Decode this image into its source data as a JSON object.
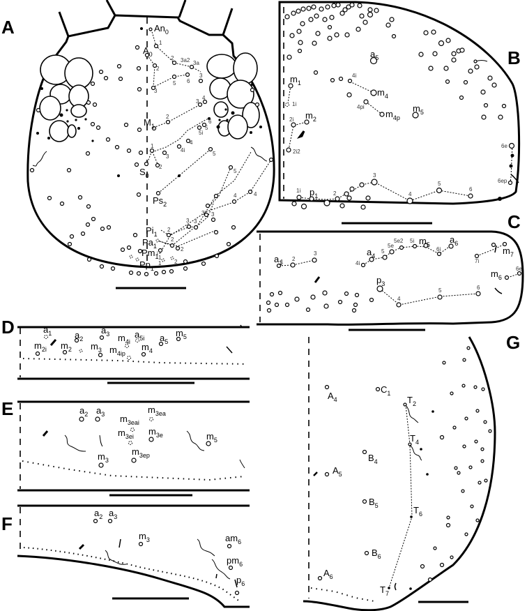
{
  "figure": {
    "description": "Chaetotaxy diagrams (setae maps) panels A–G",
    "panels": [
      {
        "id": "A",
        "label": "A",
        "region": "head, dorsal"
      },
      {
        "id": "B",
        "label": "B",
        "region": "thoracic / abdominal tergite"
      },
      {
        "id": "C",
        "label": "C",
        "region": "tergite"
      },
      {
        "id": "D",
        "label": "D",
        "region": "tergite"
      },
      {
        "id": "E",
        "label": "E",
        "region": "tergite"
      },
      {
        "id": "F",
        "label": "F",
        "region": "tergite"
      },
      {
        "id": "G",
        "label": "G",
        "region": "tergite"
      }
    ]
  },
  "panelA": {
    "labels": {
      "an0": "An",
      "an0_sub": "0",
      "a0": "A",
      "a0_sub": "0",
      "m1": "M",
      "m1_sub": "1",
      "s0": "S",
      "s0_sub": "0",
      "ps2": "Ps",
      "ps2_sub": "2",
      "pi1": "Pi",
      "pi1_sub": "1",
      "pa1": "Pa",
      "pa1_sub": "1",
      "pm1": "Pm",
      "pm1_sub": "1",
      "pp1": "Pp",
      "pp1_sub": "1"
    },
    "numbers": [
      "1",
      "2",
      "3a2",
      "3a",
      "3",
      "2",
      "5",
      "6",
      "3",
      "3",
      "4",
      "2",
      "6",
      "5",
      "5i",
      "4",
      "4i",
      "1",
      "3",
      "2",
      "5",
      "5",
      "4",
      "4",
      "3'",
      "3",
      "3",
      "3",
      "2",
      "2",
      "2",
      "1",
      "1",
      "i",
      "2"
    ]
  },
  "panelB": {
    "labels": {
      "a5": "a",
      "a5_sub": "5",
      "m1": "m",
      "m1_sub": "1",
      "m2": "m",
      "m2_sub": "2",
      "m4": "m",
      "m4_sub": "4",
      "m4p": "m",
      "m4p_sub": "4p",
      "m5": "m",
      "m5_sub": "5",
      "p1": "p",
      "p1_sub": "1"
    },
    "numbers": {
      "n1i": "1i",
      "n2i": "2i",
      "n2i2": "2i2",
      "n4i": "4i",
      "n4pi": "4pi",
      "n6e": "6e",
      "n6ep": "6ep",
      "n1i_p": "1i",
      "n2": "2",
      "n3": "3",
      "n4": "4",
      "n5": "5",
      "n6": "6"
    }
  },
  "panelC": {
    "labels": {
      "a1": "a",
      "a1_sub": "1",
      "a4": "a",
      "a4_sub": "4",
      "m5": "m",
      "m5_sub": "5",
      "a6": "a",
      "a6_sub": "6",
      "m7": "m",
      "m7_sub": "7",
      "m6": "m",
      "m6_sub": "6",
      "p3": "p",
      "p3_sub": "3"
    },
    "numbers": {
      "n1": "1",
      "n2": "2",
      "n3": "3",
      "n4i": "4i",
      "n5": "5",
      "n5e": "5e",
      "n5e2": "5e2",
      "n5i": "5i",
      "n6i": "6i",
      "n7i": "7i",
      "n6e": "6e",
      "p4": "4",
      "p5": "5",
      "p6": "6"
    }
  },
  "panelD": {
    "labels": {
      "a1": "a",
      "a1_sub": "1",
      "a2": "a",
      "a2_sub": "2",
      "a3": "a",
      "a3_sub": "3",
      "m4i": "m",
      "m4i_sub": "4i",
      "a5i": "a",
      "a5i_sub": "5i",
      "a5": "a",
      "a5_sub": "5",
      "m5": "m",
      "m5_sub": "5",
      "m2i": "m",
      "m2i_sub": "2i",
      "m2": "m",
      "m2_sub": "2",
      "m3": "m",
      "m3_sub": "3",
      "m4ip": "m",
      "m4ip_sub": "4ip",
      "m4": "m",
      "m4_sub": "4"
    }
  },
  "panelE": {
    "labels": {
      "a2": "a",
      "a2_sub": "2",
      "a3": "a",
      "a3_sub": "3",
      "m3eai": "m",
      "m3eai_sub": "3eai",
      "m3ea": "m",
      "m3ea_sub": "3ea",
      "m3ei": "m",
      "m3ei_sub": "3ei",
      "m3e": "m",
      "m3e_sub": "3e",
      "m5": "m",
      "m5_sub": "5",
      "m3": "m",
      "m3_sub": "3",
      "m3ep": "m",
      "m3ep_sub": "3ep"
    }
  },
  "panelF": {
    "labels": {
      "a2": "a",
      "a2_sub": "2",
      "a3": "a",
      "a3_sub": "3",
      "m3": "m",
      "m3_sub": "3",
      "am6": "am",
      "am6_sub": "6",
      "pm6": "pm",
      "pm6_sub": "6",
      "p6": "p",
      "p6_sub": "6"
    }
  },
  "panelG": {
    "labels": {
      "a4": "A",
      "a4_sub": "4",
      "c1": "C",
      "c1_sub": "1",
      "t2": "T",
      "t2_sub": "2",
      "t4": "T",
      "t4_sub": "4",
      "b4": "B",
      "b4_sub": "4",
      "a5": "A",
      "a5_sub": "5",
      "b5": "B",
      "b5_sub": "5",
      "t6": "T",
      "t6_sub": "6",
      "b6": "B",
      "b6_sub": "6",
      "a6": "A",
      "a6_sub": "6",
      "t7": "T",
      "t7_sub": "7"
    }
  }
}
